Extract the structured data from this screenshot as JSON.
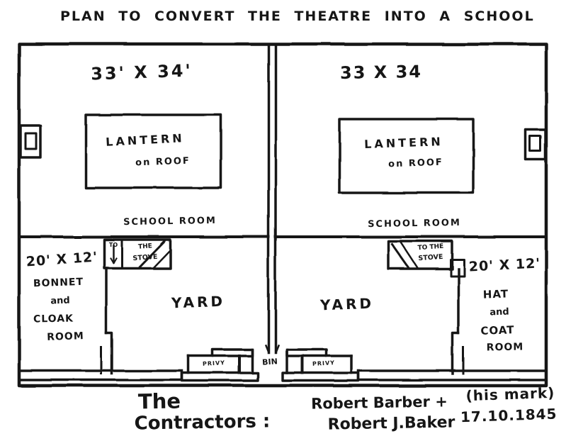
{
  "title": "PLAN TO CONVERT THE THEATRE INTO A SCHOOL",
  "colors": {
    "ink": "#161616",
    "paper": "#ffffff"
  },
  "left_wing": {
    "dimension": "33' X 34'",
    "lantern_line1": "LANTERN",
    "lantern_line2": "on ROOF",
    "school_room": "SCHOOL ROOM",
    "stove_to": "TO",
    "stove_the": "THE",
    "stove_stove": "STOVE",
    "side_room": {
      "dimension": "20' X 12'",
      "line1": "BONNET",
      "line2": "and",
      "line3": "CLOAK",
      "line4": "ROOM"
    },
    "yard": "YARD",
    "privy": "PRIVY"
  },
  "right_wing": {
    "dimension": "33 X 34",
    "lantern_line1": "LANTERN",
    "lantern_line2": "on ROOF",
    "school_room": "SCHOOL ROOM",
    "stove_line1": "TO THE",
    "stove_line2": "STOVE",
    "side_room": {
      "dimension": "20' X 12'",
      "line1": "HAT",
      "line2": "and",
      "line3": "COAT",
      "line4": "ROOM"
    },
    "yard": "YARD",
    "privy": "PRIVY"
  },
  "bin": "BIN",
  "footer": {
    "contractors_word1": "The",
    "contractors_word2": "Contractors :",
    "name_line1": "Robert Barber +",
    "name_line2": "Robert J.Baker",
    "mark": "(his mark)",
    "date": "17.10.1845"
  }
}
